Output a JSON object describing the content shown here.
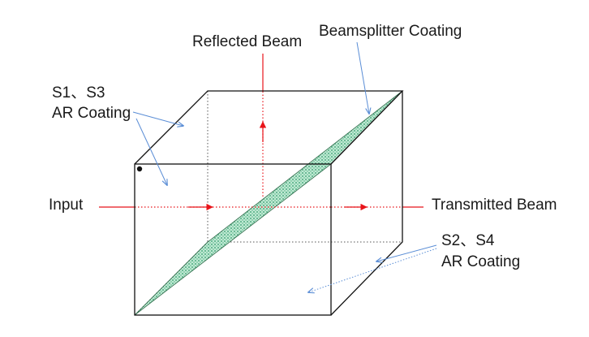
{
  "labels": {
    "reflected": "Reflected Beam",
    "coating": "Beamsplitter Coating",
    "s13_line1": "S1、S3",
    "s13_line2": "AR Coating",
    "input": "Input",
    "transmitted": "Transmitted Beam",
    "s24_line1": "S2、S4",
    "s24_line2": "AR Coating"
  },
  "colors": {
    "cube_edge": "#111111",
    "hidden_edge": "#555555",
    "beam": "#e8141a",
    "leader": "#5b8ed6",
    "coating_fill": "#9fdcc0",
    "coating_stipple": "#2f9a6a"
  }
}
